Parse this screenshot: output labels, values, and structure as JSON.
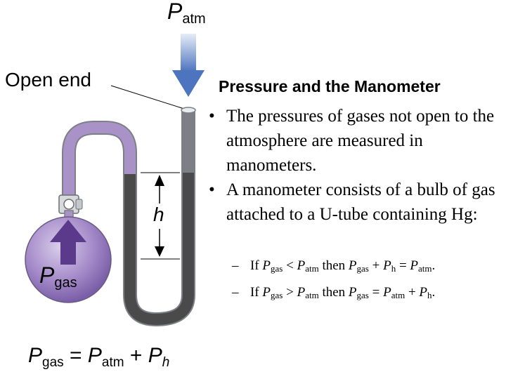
{
  "slide": {
    "title": "Pressure and the Manometer",
    "bullets": [
      {
        "text": "The pressures of gases not open to the atmosphere are measured in manometers."
      },
      {
        "text": "A manometer consists of a bulb of gas attached to a U-tube containing Hg:"
      }
    ],
    "subbullets": [
      {
        "p1": "P",
        "s1": "gas",
        "op1": " < ",
        "p2": "P",
        "s2": "atm",
        "then": " then ",
        "p3": "P",
        "s3": "gas",
        "op2": " + ",
        "p4": "P",
        "s4": "h",
        "op3": " = ",
        "p5": "P",
        "s5": "atm",
        "end": "."
      },
      {
        "p1": "P",
        "s1": "gas",
        "op1": " > ",
        "p2": "P",
        "s2": "atm",
        "then": " then ",
        "p3": "P",
        "s3": "gas",
        "op2": " = ",
        "p4": "P",
        "s4": "atm",
        "op3": " + ",
        "p5": "P",
        "s5": "h",
        "end": "."
      }
    ],
    "if_word": "If",
    "bullet_glyph": "•",
    "dash_glyph": "–"
  },
  "figure": {
    "open_end_label": "Open end",
    "patm_symbol": "P",
    "patm_sub": "atm",
    "h_label": "h",
    "pgas_symbol": "P",
    "pgas_sub": "gas",
    "equation": {
      "lhs": "P",
      "lhs_sub": "gas",
      "eq": " = ",
      "t1": "P",
      "t1_sub": "atm",
      "plus": " + ",
      "t2": "P",
      "t2_sub": "h"
    },
    "colors": {
      "arrow_blue": "#5b7fc2",
      "tube_purple": "#a892c8",
      "bulb_purple": "#9577bd",
      "mercury": "#4a4a4a",
      "glass": "#d9dde3"
    }
  }
}
